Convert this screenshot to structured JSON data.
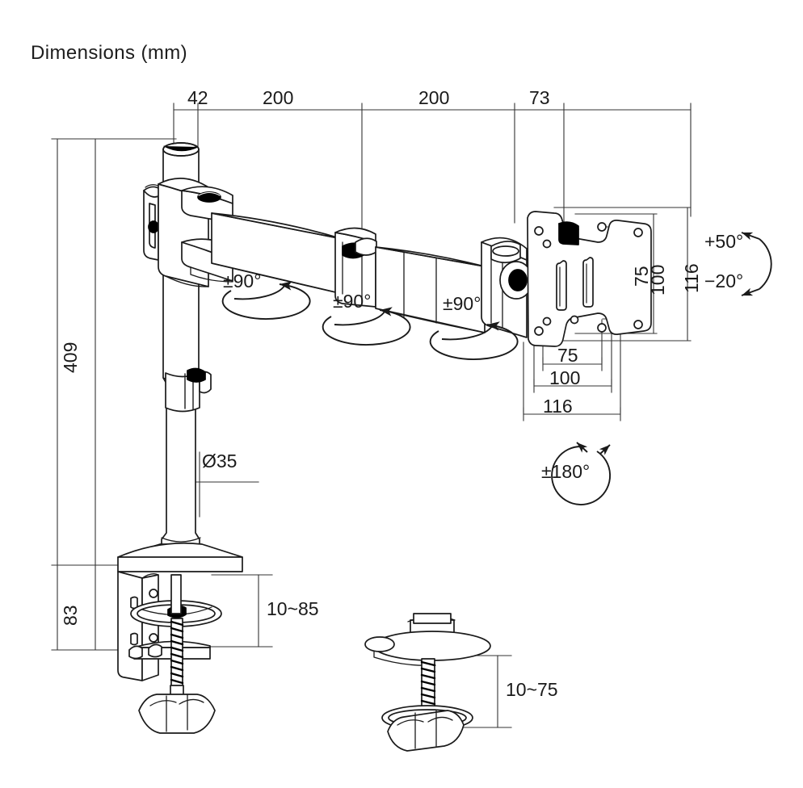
{
  "title": "Dimensions (mm)",
  "units": "mm",
  "top_dimensions": [
    {
      "label": "42",
      "name": "dim-top-42"
    },
    {
      "label": "200",
      "name": "dim-top-200-a"
    },
    {
      "label": "200",
      "name": "dim-top-200-b"
    },
    {
      "label": "73",
      "name": "dim-top-73"
    }
  ],
  "left_dimensions": [
    {
      "label": "409",
      "name": "dim-left-409"
    },
    {
      "label": "83",
      "name": "dim-left-83"
    }
  ],
  "pole": {
    "diameter_label": "Ø35",
    "name": "dim-pole-diameter"
  },
  "vesa_vertical": [
    {
      "label": "75",
      "name": "dim-vesa-v-75"
    },
    {
      "label": "100",
      "name": "dim-vesa-v-100"
    },
    {
      "label": "116",
      "name": "dim-vesa-v-116"
    }
  ],
  "vesa_horizontal": [
    {
      "label": "75",
      "name": "dim-vesa-h-75"
    },
    {
      "label": "100",
      "name": "dim-vesa-h-100"
    },
    {
      "label": "116",
      "name": "dim-vesa-h-116"
    }
  ],
  "tilt": {
    "up_label": "+50°",
    "down_label": "−20°"
  },
  "rotations": [
    {
      "label": "±90°",
      "name": "rotation-base-joint"
    },
    {
      "label": "±90°",
      "name": "rotation-mid-joint"
    },
    {
      "label": "±90°",
      "name": "rotation-head-joint"
    }
  ],
  "swivel": {
    "label": "±180°",
    "name": "swivel-vesa-plate"
  },
  "mount_ranges": [
    {
      "label": "10~85",
      "name": "dim-clamp-thickness-range"
    },
    {
      "label": "10~75",
      "name": "dim-grommet-thickness-range"
    }
  ],
  "colors": {
    "line": "#1a1a1a",
    "dimension_line": "#333333",
    "background": "#ffffff",
    "shading": "#000000"
  }
}
